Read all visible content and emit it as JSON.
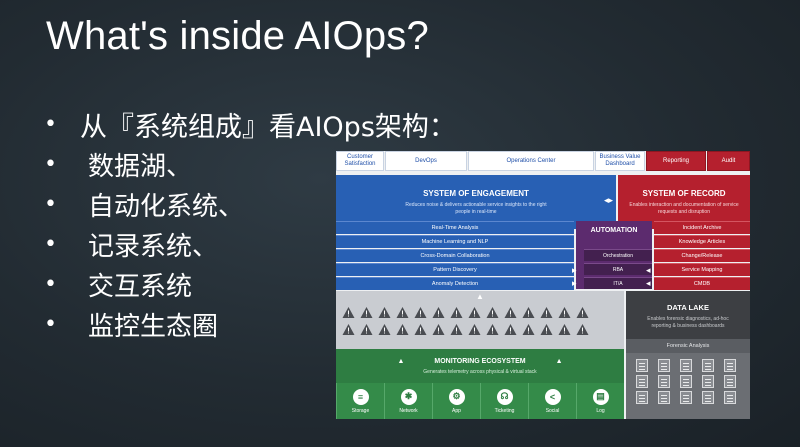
{
  "slide": {
    "title": "What's inside AIOps?",
    "bullets": [
      "从『系统组成』看AIOps架构：",
      "数据湖、",
      "自动化系统、",
      "记录系统、",
      "交互系统",
      "监控生态圈"
    ],
    "bullet_symbol": "•"
  },
  "diagram": {
    "top_tabs": [
      {
        "label": "Customer Satisfaction",
        "style": "blue"
      },
      {
        "label": "DevOps",
        "style": "blue"
      },
      {
        "label": "Operations Center",
        "style": "blue"
      },
      {
        "label": "Business Value Dashboard",
        "style": "blue"
      },
      {
        "label": "Reporting",
        "style": "red"
      },
      {
        "label": "Audit",
        "style": "red"
      }
    ],
    "engagement": {
      "title": "SYSTEM OF ENGAGEMENT",
      "subtitle": "Reduces noise & delivers actionable service insights to the right people in real-time",
      "rows": [
        "Real-Time Analysis",
        "Machine Learning and NLP",
        "Cross-Domain Collaboration",
        "Pattern Discovery",
        "Anomaly Detection"
      ]
    },
    "record": {
      "title": "SYSTEM OF RECORD",
      "subtitle": "Enables interaction and documentation of service requests and disruption",
      "rows": [
        "Incident Archive",
        "Knowledge Articles",
        "Change/Release",
        "Service Mapping",
        "CMDB"
      ]
    },
    "automation": {
      "title": "AUTOMATION",
      "rows": [
        "Orchestration",
        "RBA",
        "IT/A"
      ]
    },
    "data_lake": {
      "title": "DATA LAKE",
      "subtitle": "Enables forensic diagnostics, ad-hoc reporting & business dashboards",
      "forensic": "Forensic Analysis"
    },
    "monitoring": {
      "title": "MONITORING ECOSYSTEM",
      "subtitle": "Generates telemetry across physical & virtual stack",
      "items": [
        {
          "label": "Storage",
          "icon": "database-icon",
          "glyph": "≡"
        },
        {
          "label": "Network",
          "icon": "network-icon",
          "glyph": "✱"
        },
        {
          "label": "App",
          "icon": "gear-icon",
          "glyph": "⚙"
        },
        {
          "label": "Ticketing",
          "icon": "headset-icon",
          "glyph": "☊"
        },
        {
          "label": "Social",
          "icon": "share-icon",
          "glyph": "<"
        },
        {
          "label": "Log",
          "icon": "log-icon",
          "glyph": "▤"
        }
      ]
    },
    "colors": {
      "engagement": "#2860b4",
      "record": "#b5202e",
      "automation": "#5c2b6e",
      "monitoring": "#2e7d42",
      "data_lake": "#3d3f43",
      "alerts_bg": "#c9ccd1"
    }
  }
}
